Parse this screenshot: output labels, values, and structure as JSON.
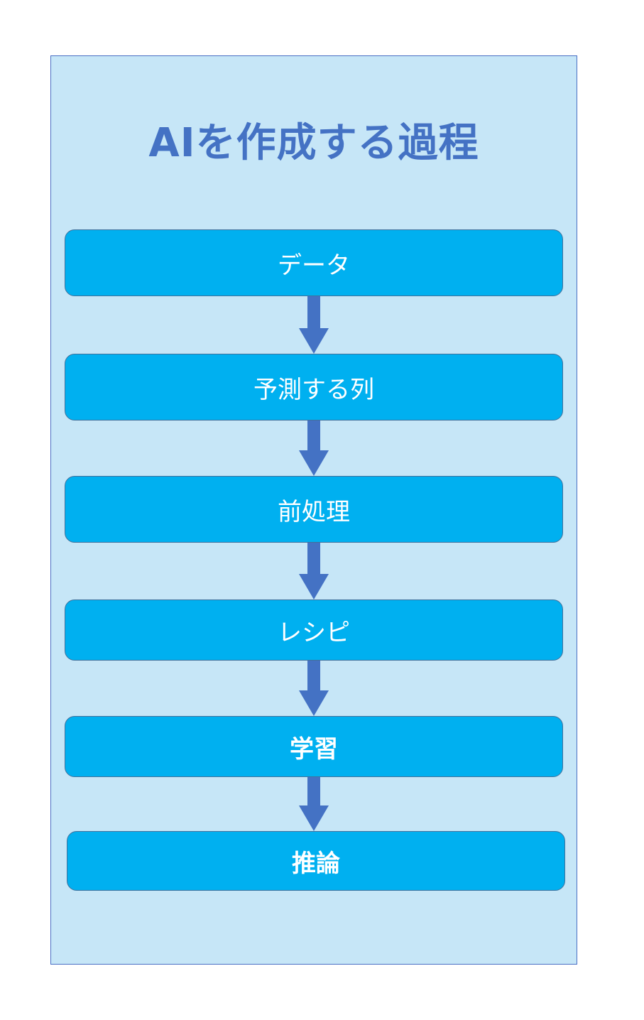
{
  "diagram": {
    "title": "AIを作成する過程",
    "steps": [
      {
        "label": "データ"
      },
      {
        "label": "予測する列"
      },
      {
        "label": "前処理"
      },
      {
        "label": "レシピ"
      },
      {
        "label": "学習"
      },
      {
        "label": "推論"
      }
    ]
  },
  "colors": {
    "panel_background": "#c6e6f7",
    "title_text": "#4472c4",
    "step_fill": "#00b0f0",
    "arrow": "#4472c4"
  }
}
